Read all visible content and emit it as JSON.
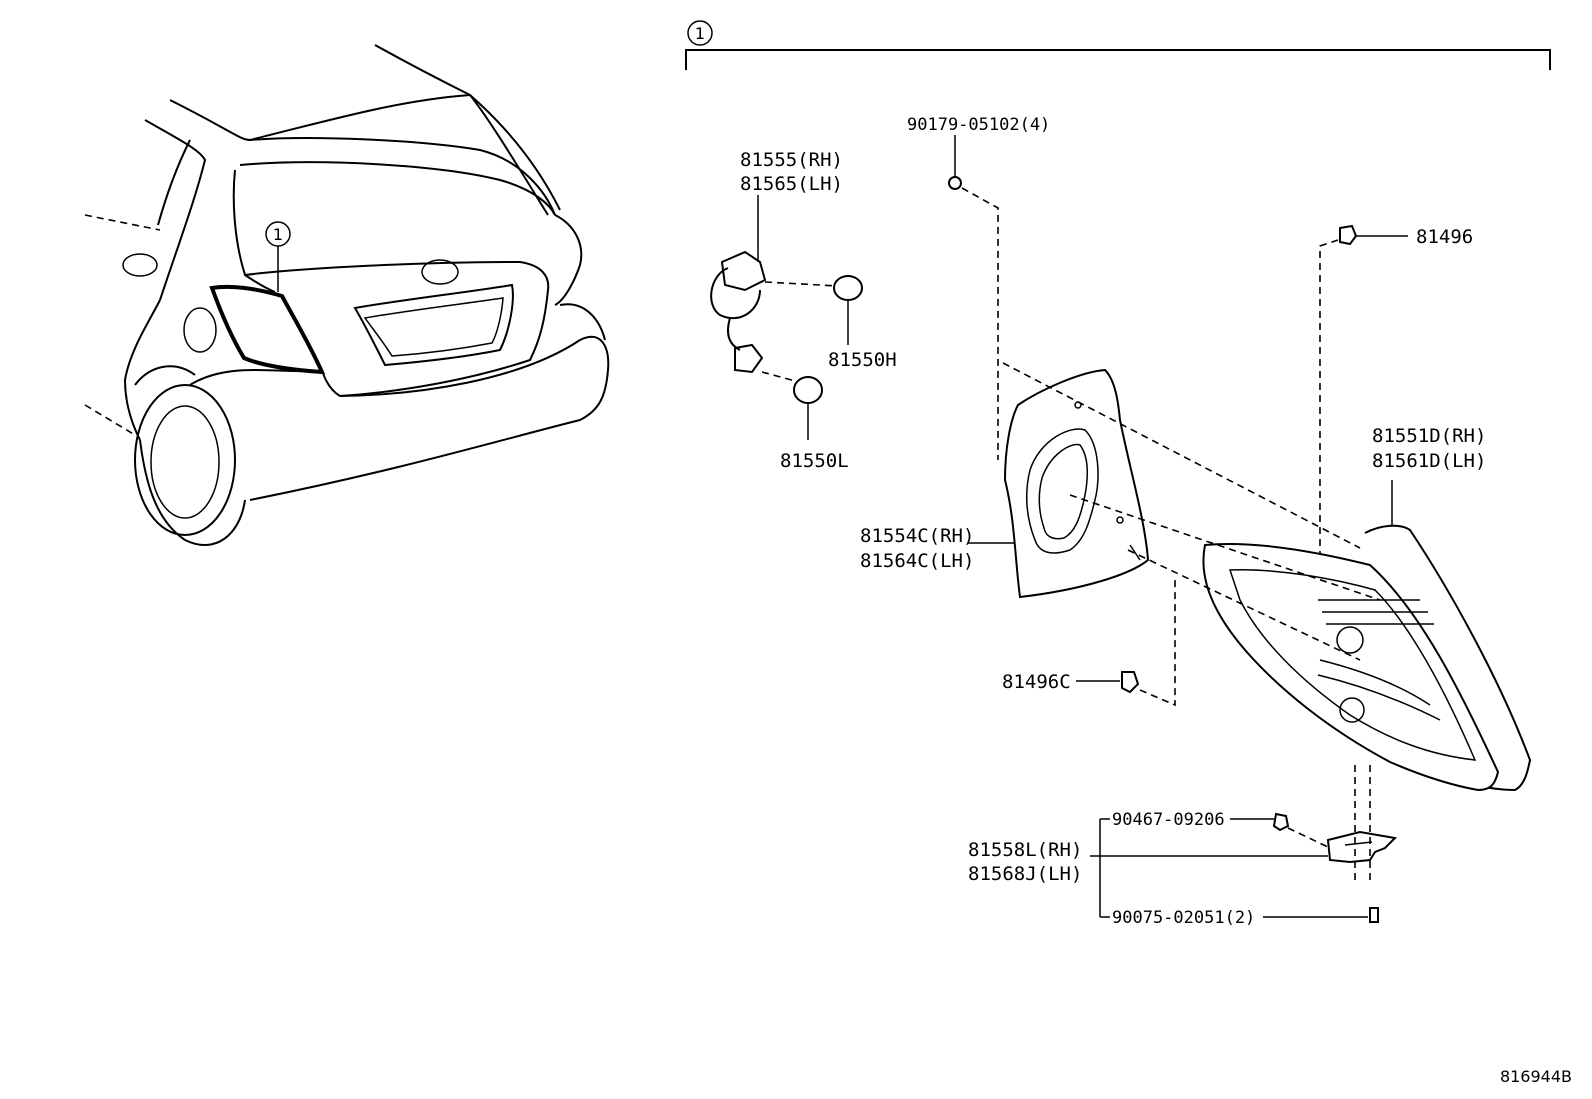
{
  "callout": {
    "number": "1"
  },
  "labels": {
    "bolt_90179": "90179-05102(4)",
    "socket_rh": "81555(RH)",
    "socket_lh": "81565(LH)",
    "bulb_h": "81550H",
    "bulb_l": "81550L",
    "clip_81496": "81496",
    "lens_rh": "81551D(RH)",
    "lens_lh": "81561D(LH)",
    "gasket_rh": "81554C(RH)",
    "gasket_lh": "81564C(LH)",
    "clip_81496c": "81496C",
    "bolt_90467": "90467-09206",
    "bracket_rh": "81558L(RH)",
    "bracket_lh": "81568J(LH)",
    "screw_90075": "90075-02051(2)"
  },
  "diagram_ref": "816944B"
}
